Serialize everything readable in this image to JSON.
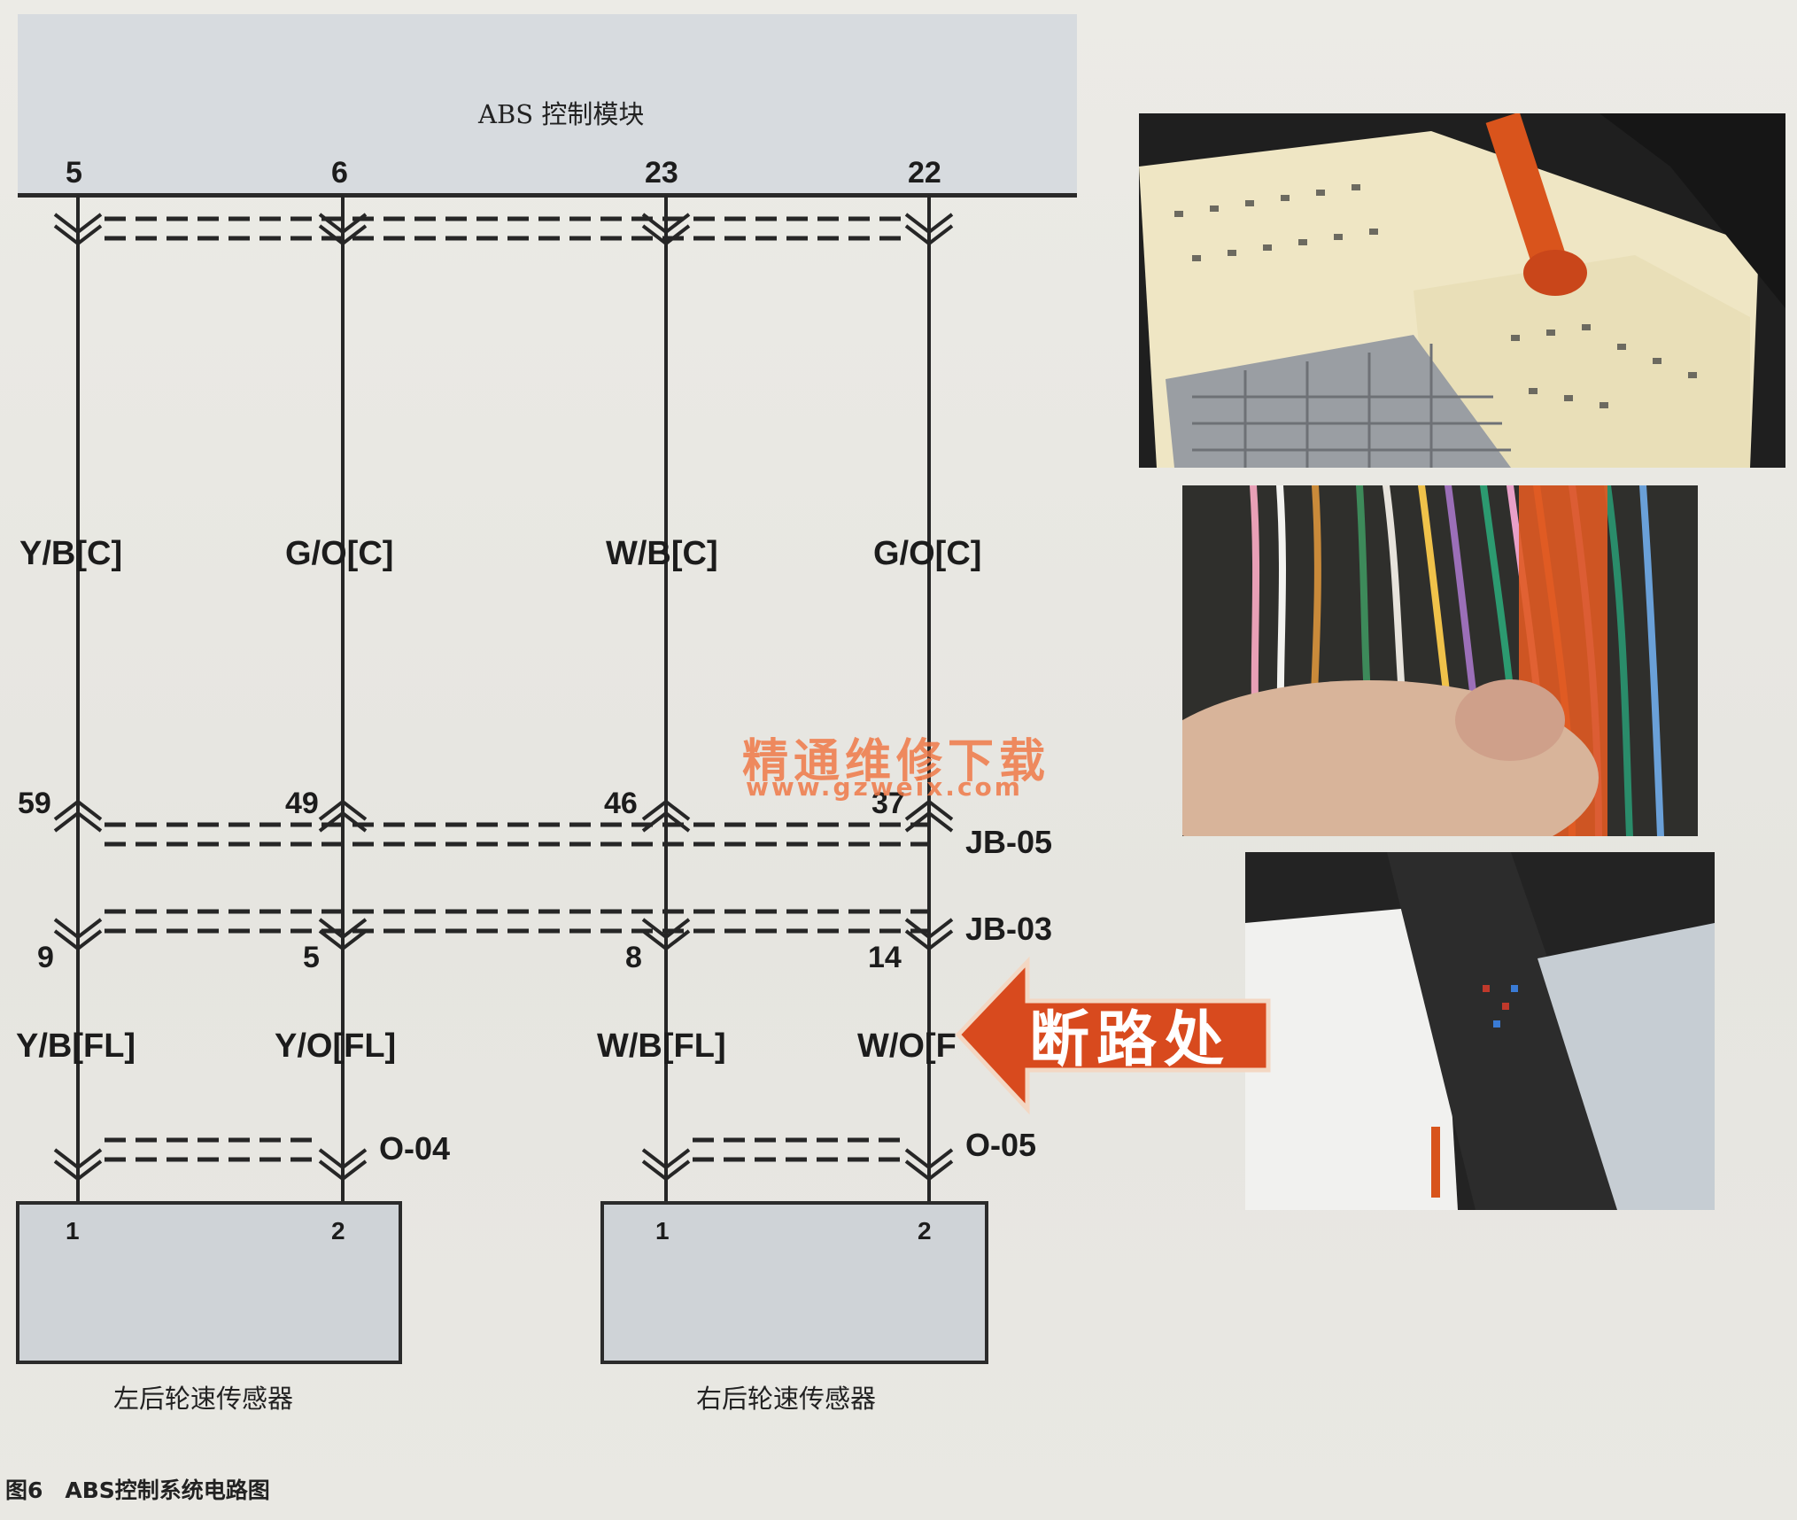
{
  "module": {
    "title": "ABS 控制模块"
  },
  "top_pins": [
    "5",
    "6",
    "23",
    "22"
  ],
  "top_wires": [
    "Y/B[C]",
    "G/O[C]",
    "W/B[C]",
    "G/O[C]"
  ],
  "jb05": {
    "label": "JB-05",
    "pins": [
      "59",
      "49",
      "46",
      "37"
    ]
  },
  "jb03": {
    "label": "JB-03",
    "pins": [
      "9",
      "5",
      "8",
      "14"
    ]
  },
  "bottom_wires": [
    "Y/B[FL]",
    "Y/O[FL]",
    "W/B[FL]",
    "W/O[F"
  ],
  "left_connector": {
    "label": "O-04"
  },
  "right_connector": {
    "label": "O-05"
  },
  "left_sensor": {
    "name": "左后轮速传感器",
    "pins": [
      "1",
      "2"
    ]
  },
  "right_sensor": {
    "name": "右后轮速传感器",
    "pins": [
      "1",
      "2"
    ]
  },
  "callout": {
    "text": "断路处",
    "color": "#d84a1e"
  },
  "watermark": {
    "line1": "精通维修下载",
    "line2": "www.gzweix.com"
  },
  "figure_caption": "图6　ABS控制系统电路图",
  "photos": [
    {
      "subject": "ABS module connector with probe"
    },
    {
      "subject": "wire harness held by finger"
    },
    {
      "subject": "damaged harness break point"
    }
  ]
}
